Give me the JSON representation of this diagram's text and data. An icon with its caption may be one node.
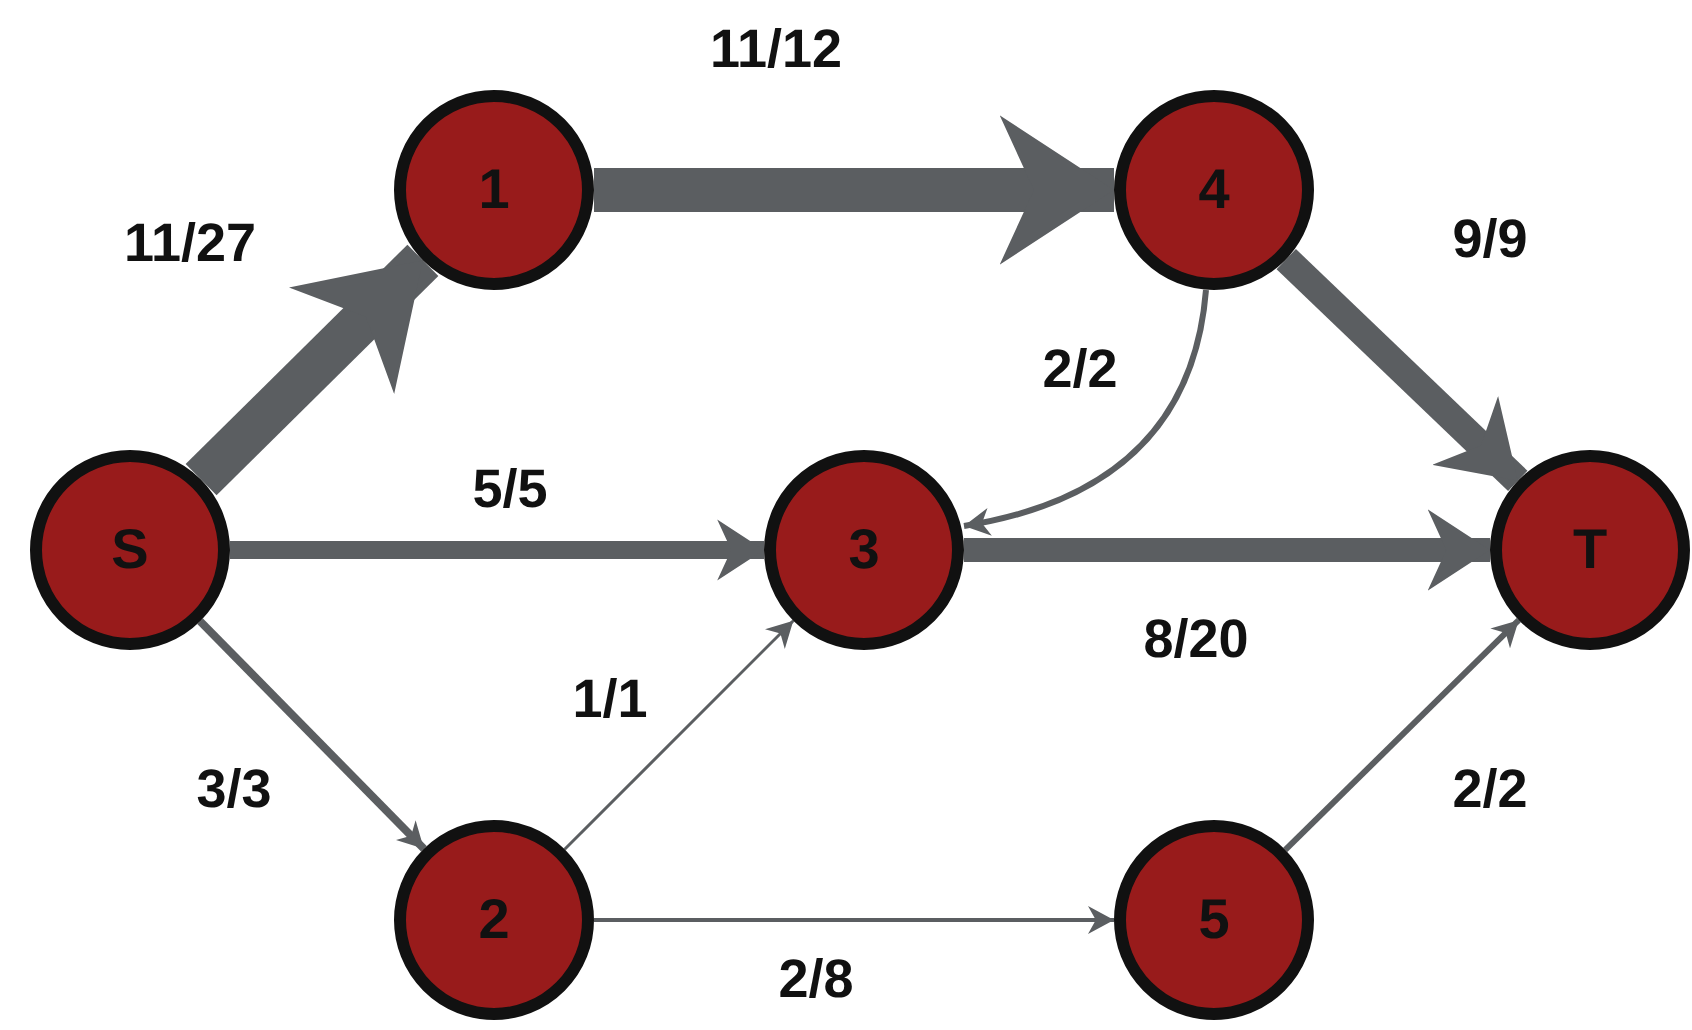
{
  "diagram": {
    "nodes": [
      {
        "text": [
          "S"
        ]
      },
      {
        "text": [
          "1"
        ]
      },
      {
        "text": [
          "4"
        ]
      },
      {
        "text": [
          "3"
        ]
      },
      {
        "text": [
          "T"
        ]
      },
      {
        "text": [
          "2"
        ]
      },
      {
        "text": [
          "5"
        ]
      }
    ],
    "edges": [
      {
        "from": 0,
        "to": 1,
        "arrow": "to",
        "label": "11/27",
        "style": "thick"
      },
      {
        "from": 0,
        "to": 3,
        "arrow": "to",
        "label": "5/5",
        "style": "thick"
      },
      {
        "from": 0,
        "to": 5,
        "arrow": "to",
        "label": "3/3"
      },
      {
        "from": 1,
        "to": 2,
        "arrow": "to",
        "label": "11/12",
        "style": "thick"
      },
      {
        "from": 2,
        "to": 4,
        "arrow": "to",
        "label": "9/9",
        "style": "thick"
      },
      {
        "from": 2,
        "to": 3,
        "arrow": "to",
        "label": "2/2"
      },
      {
        "from": 3,
        "to": 4,
        "arrow": "to",
        "label": "8/20",
        "style": "thick"
      },
      {
        "from": 5,
        "to": 3,
        "arrow": "to",
        "label": "1/1"
      },
      {
        "from": 5,
        "to": 6,
        "arrow": "to",
        "label": "2/8"
      },
      {
        "from": 6,
        "to": 4,
        "arrow": "to",
        "label": "2/2"
      }
    ]
  }
}
